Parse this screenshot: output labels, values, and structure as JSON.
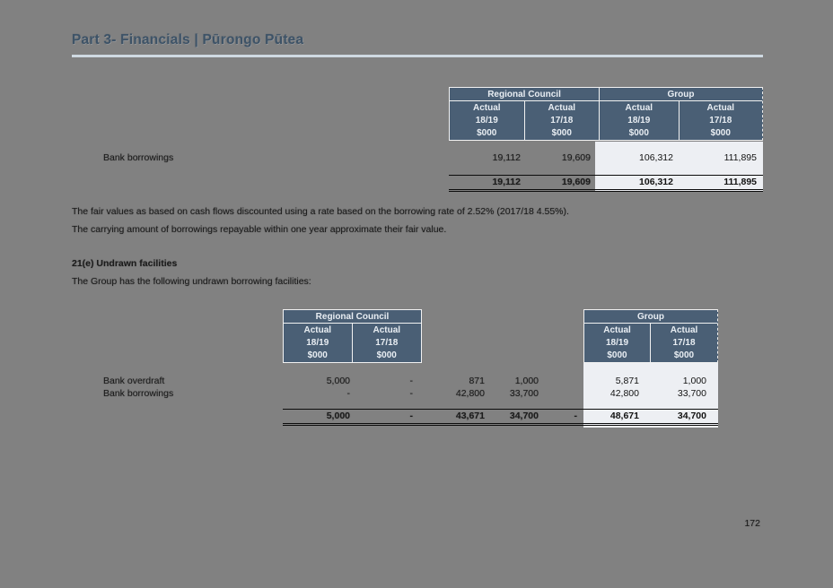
{
  "page": {
    "title": "Part 3- Financials | Pūrongo Pūtea",
    "page_number": "172"
  },
  "colors": {
    "page_background": "#818181",
    "table_header": "#4a5f75",
    "group_panel": "#edeff3",
    "title_text": "#3e5367"
  },
  "table1": {
    "region_header": "Regional Council",
    "group_header": "Group",
    "columns": [
      {
        "l1": "Actual",
        "l2": "18/19",
        "l3": "$000"
      },
      {
        "l1": "Actual",
        "l2": "17/18",
        "l3": "$000"
      },
      {
        "l1": "Actual",
        "l2": "18/19",
        "l3": "$000"
      },
      {
        "l1": "Actual",
        "l2": "17/18",
        "l3": "$000"
      }
    ],
    "rows": [
      {
        "label": "Bank borrowings",
        "values": [
          "19,112",
          "19,609",
          "106,312",
          "111,895"
        ]
      }
    ],
    "total": [
      "19,112",
      "19,609",
      "106,312",
      "111,895"
    ]
  },
  "notes": {
    "fair_value": "The fair values as based on cash flows discounted using a rate based on the borrowing rate of 2.52% (2017/18 4.55%).",
    "carrying_amount": "The carrying amount of borrowings repayable within one year approximate their fair value."
  },
  "section21e": {
    "heading": "21(e) Undrawn facilities",
    "intro": "The Group has the following undrawn borrowing facilities:"
  },
  "table2": {
    "region_header": "Regional Council",
    "group_header": "Group",
    "region_columns": [
      {
        "l1": "Actual",
        "l2": "18/19",
        "l3": "$000"
      },
      {
        "l1": "Actual",
        "l2": "17/18",
        "l3": "$000"
      }
    ],
    "group_columns": [
      {
        "l1": "Actual",
        "l2": "18/19",
        "l3": "$000"
      },
      {
        "l1": "Actual",
        "l2": "17/18",
        "l3": "$000"
      }
    ],
    "rows": [
      {
        "label": "Bank overdraft",
        "rc": [
          "5,000",
          "-"
        ],
        "mid": [
          "871",
          "1,000"
        ],
        "group": [
          "5,871",
          "1,000"
        ]
      },
      {
        "label": "Bank borrowings",
        "rc": [
          "-",
          "-"
        ],
        "mid": [
          "42,800",
          "33,700"
        ],
        "group": [
          "42,800",
          "33,700"
        ]
      }
    ],
    "total": {
      "rc": [
        "5,000",
        "-"
      ],
      "mid": [
        "43,671",
        "34,700"
      ],
      "tail": "-",
      "group": [
        "48,671",
        "34,700"
      ]
    }
  }
}
